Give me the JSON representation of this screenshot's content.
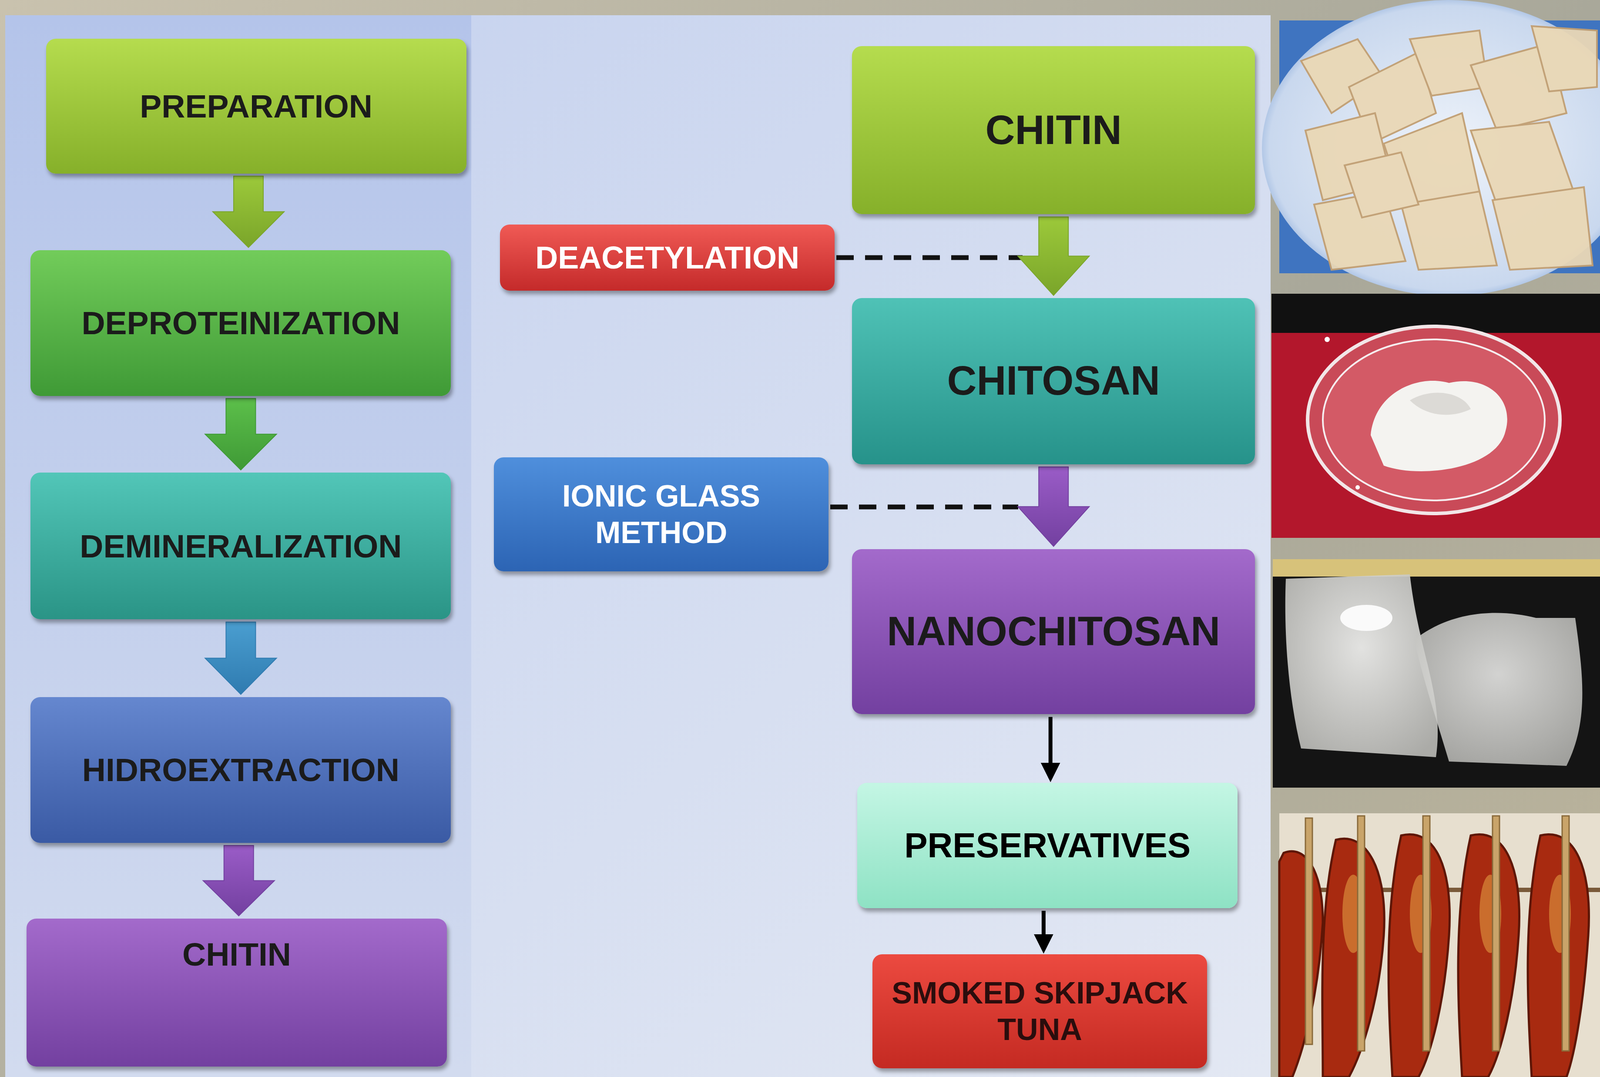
{
  "diagram": {
    "nodes": [
      {
        "text": [
          "PREPARATION"
        ]
      },
      {
        "text": [
          "DEPROTEINIZATION"
        ]
      },
      {
        "text": [
          "DEMINERALIZATION"
        ]
      },
      {
        "text": [
          "HIDROEXTRACTION"
        ]
      },
      {
        "text": [
          "CHITIN"
        ]
      },
      {
        "text": [
          "CHITIN"
        ]
      },
      {
        "text": [
          "DEACETYLATION"
        ]
      },
      {
        "text": [
          "CHITOSAN"
        ]
      },
      {
        "text": [
          "IONIC GLASS METHOD"
        ]
      },
      {
        "text": [
          "NANOCHITOSAN"
        ]
      },
      {
        "text": [
          "PRESERVATIVES"
        ]
      },
      {
        "text": [
          "SMOKED SKIPJACK TUNA"
        ]
      }
    ],
    "edges": [
      {
        "from": 0,
        "to": 1,
        "arrow": "to"
      },
      {
        "from": 1,
        "to": 2,
        "arrow": "to"
      },
      {
        "from": 2,
        "to": 3,
        "arrow": "to"
      },
      {
        "from": 3,
        "to": 4,
        "arrow": "to"
      },
      {
        "from": 5,
        "to": 7,
        "arrow": "to"
      },
      {
        "from": 7,
        "to": 9,
        "arrow": "to"
      },
      {
        "from": 9,
        "to": 10,
        "arrow": "to"
      },
      {
        "from": 10,
        "to": 11,
        "arrow": "to"
      }
    ]
  }
}
